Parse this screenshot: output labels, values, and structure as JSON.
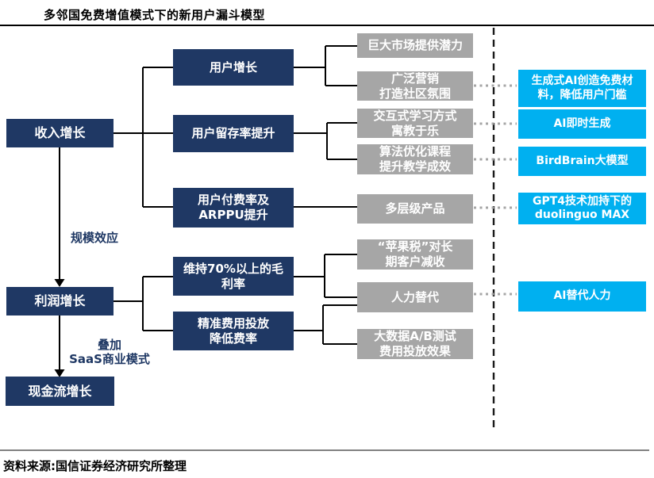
{
  "title": "多邻国免费增值模式下的新用户漏斗模型",
  "source_note": "资料来源:国信证券经济研究所整理",
  "colors": {
    "navy": "#1f3864",
    "gray": "#a6a6a6",
    "cyan": "#00b0f0",
    "connector": "#000000",
    "dotted_connector": "#a6a6a6",
    "divider": "#808080"
  },
  "left_chain": {
    "nodes": [
      {
        "label": "收入增长"
      },
      {
        "label": "利润增长"
      },
      {
        "label": "现金流增长"
      }
    ],
    "arrow_labels": [
      {
        "label": "规模效应"
      },
      {
        "label": "叠加\nSaaS商业模式"
      }
    ]
  },
  "drivers": [
    {
      "label": "用户增长"
    },
    {
      "label": "用户留存率提升"
    },
    {
      "label": "用户付费率及\nARPPU提升"
    },
    {
      "label": "维持70%以上的毛\n利率"
    },
    {
      "label": "精准费用投放\n降低费率"
    }
  ],
  "tactics": [
    {
      "label": "巨大市场提供潜力"
    },
    {
      "label": "广泛营销\n打造社区氛围"
    },
    {
      "label": "交互式学习方式\n寓教于乐"
    },
    {
      "label": "算法优化课程\n提升教学成效"
    },
    {
      "label": "多层级产品"
    },
    {
      "label": "“苹果税”对长\n期客户减收"
    },
    {
      "label": "人力替代"
    },
    {
      "label": "大数据A/B测试\n费用投放效果"
    }
  ],
  "ai_enablers": [
    {
      "label": "生成式AI创造免费材\n料，降低用户门槛"
    },
    {
      "label": "AI即时生成"
    },
    {
      "label": "BirdBrain大模型"
    },
    {
      "label": "GPT4技术加持下的\nduolinguo MAX"
    },
    {
      "label": "AI替代人力"
    }
  ]
}
